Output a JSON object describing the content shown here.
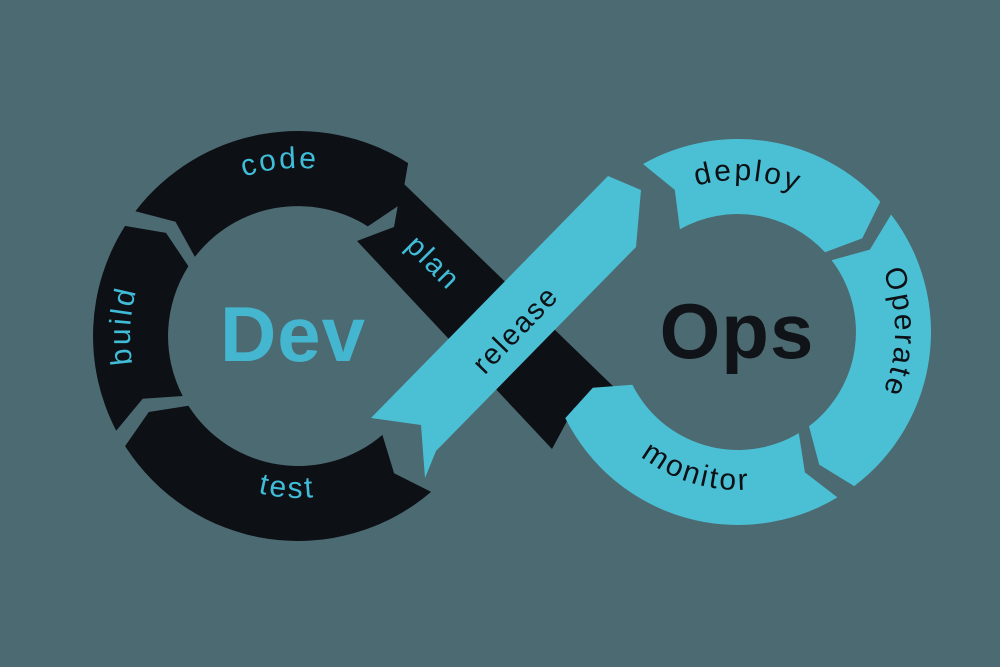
{
  "diagram": {
    "type": "devops-infinity-loop",
    "dev": {
      "title": "Dev",
      "stages": {
        "build": "build",
        "code": "code",
        "plan": "plan",
        "test": "test"
      }
    },
    "ops": {
      "title": "Ops",
      "stages": {
        "deploy": "deploy",
        "operate": "Operate",
        "monitor": "monitor",
        "release": "release"
      }
    }
  },
  "colors": {
    "background": "#4C6A72",
    "dev_loop": "#0D1014",
    "ops_loop": "#4BC0D5",
    "dev_text": "#40BCD8",
    "dev_title": "#45B6CF",
    "ops_text": "#0D1014",
    "ops_title": "#101317"
  }
}
